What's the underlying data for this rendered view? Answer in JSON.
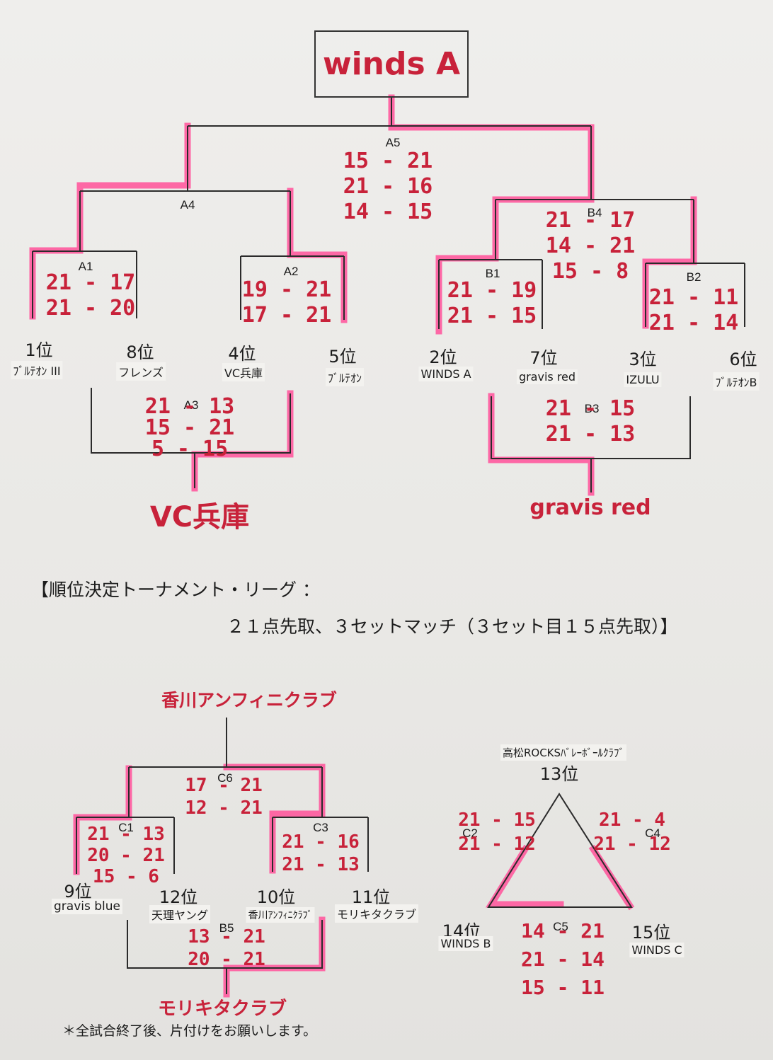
{
  "champion": "winds A",
  "matches": {
    "A5": {
      "label": "A5",
      "scores": [
        "15 - 21",
        "21 - 16",
        "14 - 15"
      ]
    },
    "A4": {
      "label": "A4"
    },
    "A1": {
      "label": "A1",
      "scores": [
        "21 - 17",
        "21 - 20"
      ]
    },
    "A2": {
      "label": "A2",
      "scores": [
        "19 - 21",
        "17 - 21"
      ]
    },
    "A3": {
      "label": "A3",
      "scores": [
        "21 - 13",
        "15 - 21",
        "5 - 15"
      ]
    },
    "B4": {
      "label": "B4",
      "scores": [
        "21 - 17",
        "14 - 21",
        "15 - 8"
      ]
    },
    "B1": {
      "label": "B1",
      "scores": [
        "21 - 19",
        "21 - 15"
      ]
    },
    "B2": {
      "label": "B2",
      "scores": [
        "21 - 11",
        "21 - 14"
      ]
    },
    "B3": {
      "label": "B3",
      "scores": [
        "21 - 15",
        "21 - 13"
      ]
    },
    "C6": {
      "label": "C6",
      "scores": [
        "17 - 21",
        "12 - 21"
      ]
    },
    "C1": {
      "label": "C1",
      "scores": [
        "21 - 13",
        "20 - 21",
        "15 - 6"
      ]
    },
    "C3": {
      "label": "C3",
      "scores": [
        "21 - 16",
        "21 - 13"
      ]
    },
    "B5": {
      "label": "B5",
      "scores": [
        "13 - 21",
        "20 - 21"
      ]
    },
    "C2": {
      "label": "C2",
      "scores": [
        "21 - 15",
        "21 - 12"
      ]
    },
    "C4": {
      "label": "C4",
      "scores": [
        "21 - 4",
        "21 - 12"
      ]
    },
    "C5": {
      "label": "C5",
      "scores": [
        "14 - 21",
        "21 - 14",
        "15 - 11"
      ]
    }
  },
  "teams_top": [
    {
      "rank": "1位",
      "name": "ﾌﾞﾙﾃｵﾝ III"
    },
    {
      "rank": "8位",
      "name": "フレンズ"
    },
    {
      "rank": "4位",
      "name": "VC兵庫"
    },
    {
      "rank": "5位",
      "name": "ﾌﾞﾙﾃｵﾝ"
    },
    {
      "rank": "2位",
      "name": "WINDS A"
    },
    {
      "rank": "7位",
      "name": "gravis red"
    },
    {
      "rank": "3位",
      "name": "IZULU"
    },
    {
      "rank": "6位",
      "name": "ﾌﾞﾙﾃｵﾝB"
    }
  ],
  "winner_a3": "VC兵庫",
  "winner_b3": "gravis red",
  "heading_line1": "【順位決定トーナメント・リーグ ：",
  "heading_line2": "２１点先取、３セットマッチ（３セット目１５点先取）】",
  "winner_c6": "香川アンフィニクラブ",
  "teams_bottom": [
    {
      "rank": "9位",
      "name": "gravis blue"
    },
    {
      "rank": "12位",
      "name": "天理ヤング"
    },
    {
      "rank": "10位",
      "name": "香川ｱﾝﾌｨﾆｸﾗﾌﾞ"
    },
    {
      "rank": "11位",
      "name": "モリキタクラブ"
    }
  ],
  "winner_b5": "モリキタクラブ",
  "league": {
    "top": {
      "name": "高松ROCKSﾊﾞﾚｰﾎﾞｰﾙｸﾗﾌﾞ",
      "rank": "13位"
    },
    "left": {
      "rank": "14位",
      "name": "WINDS B"
    },
    "right": {
      "rank": "15位",
      "name": "WINDS C"
    }
  },
  "footer_note": "＊全試合終了後、片付けをお願いします。",
  "colors": {
    "ink": "#c8223a",
    "highlight": "#ff5a9e",
    "line": "#2b2b2b"
  }
}
